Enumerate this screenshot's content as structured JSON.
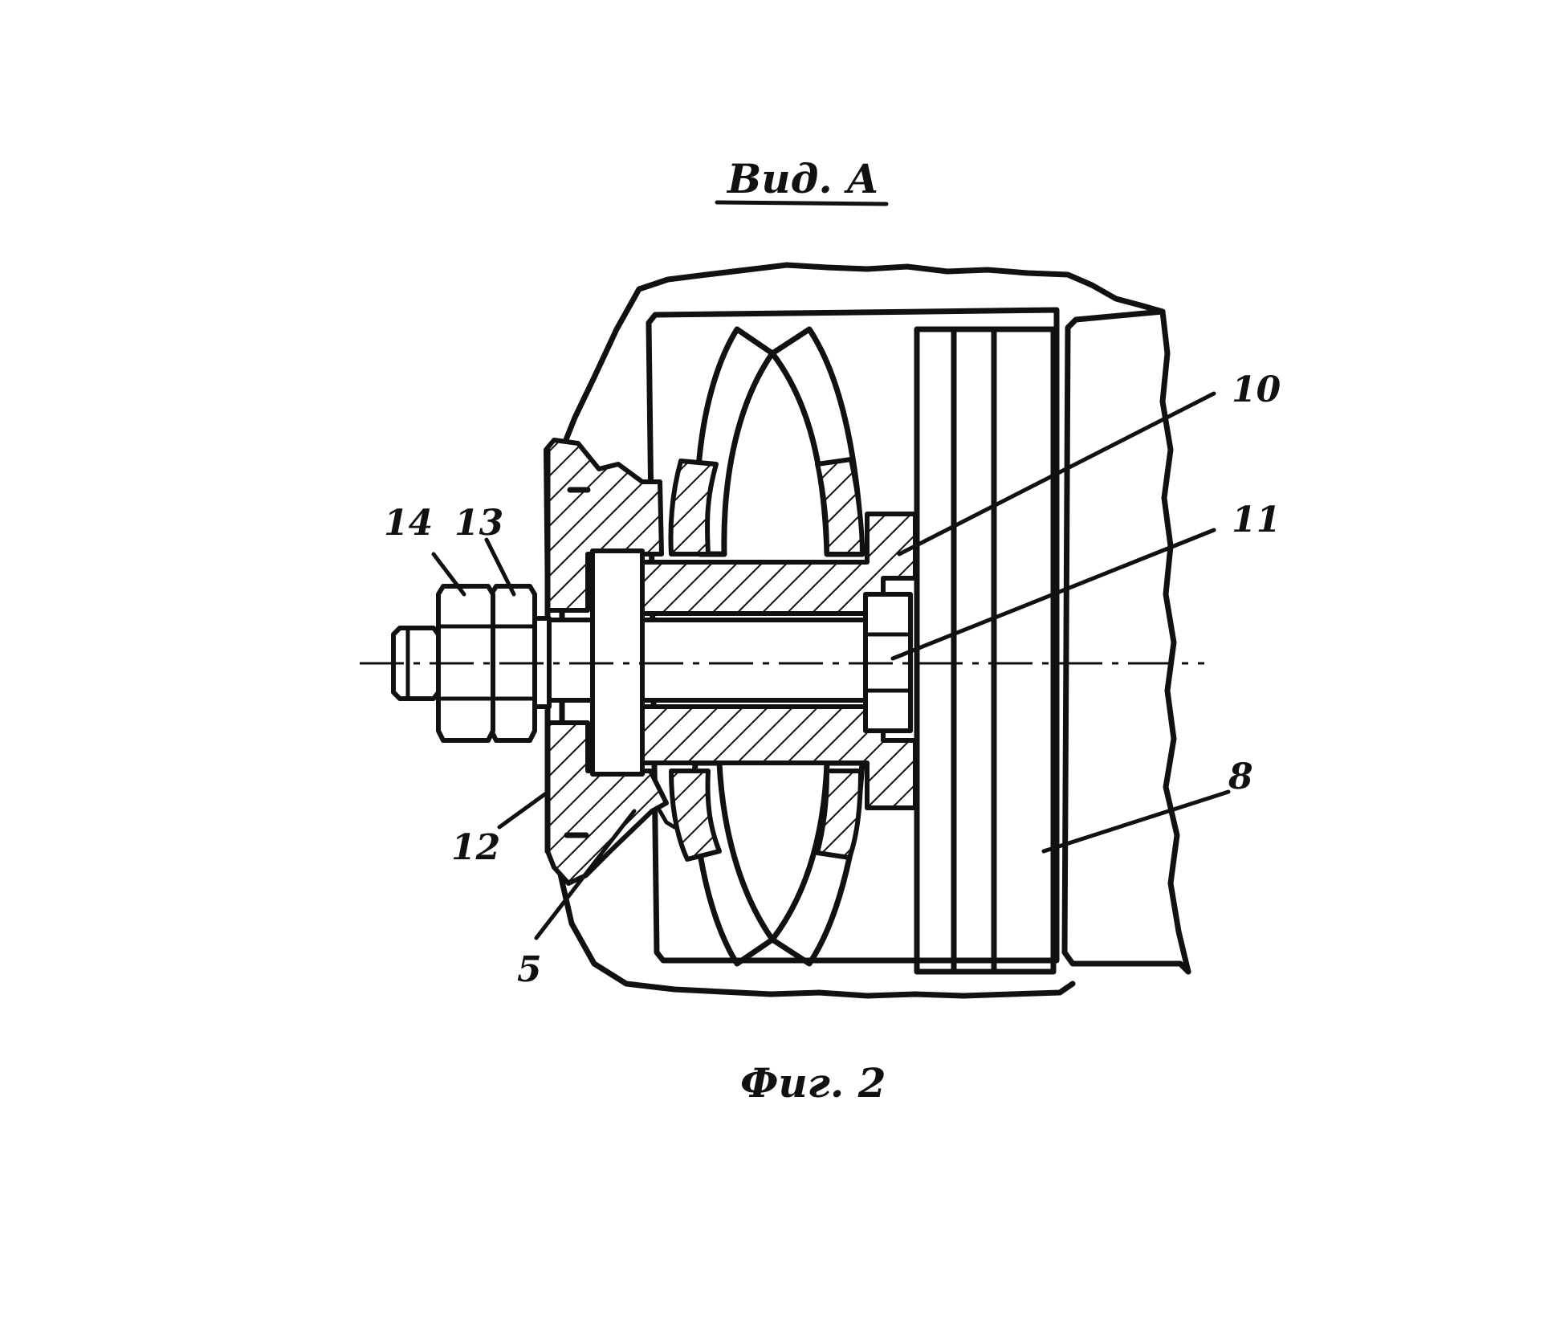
{
  "view_title": "Вид. А",
  "figure_caption": "Фиг. 2",
  "callouts": [
    "14",
    "13",
    "12",
    "5",
    "10",
    "11",
    "8"
  ],
  "colors": {
    "ink": "#111111",
    "paper": "#ffffff"
  }
}
